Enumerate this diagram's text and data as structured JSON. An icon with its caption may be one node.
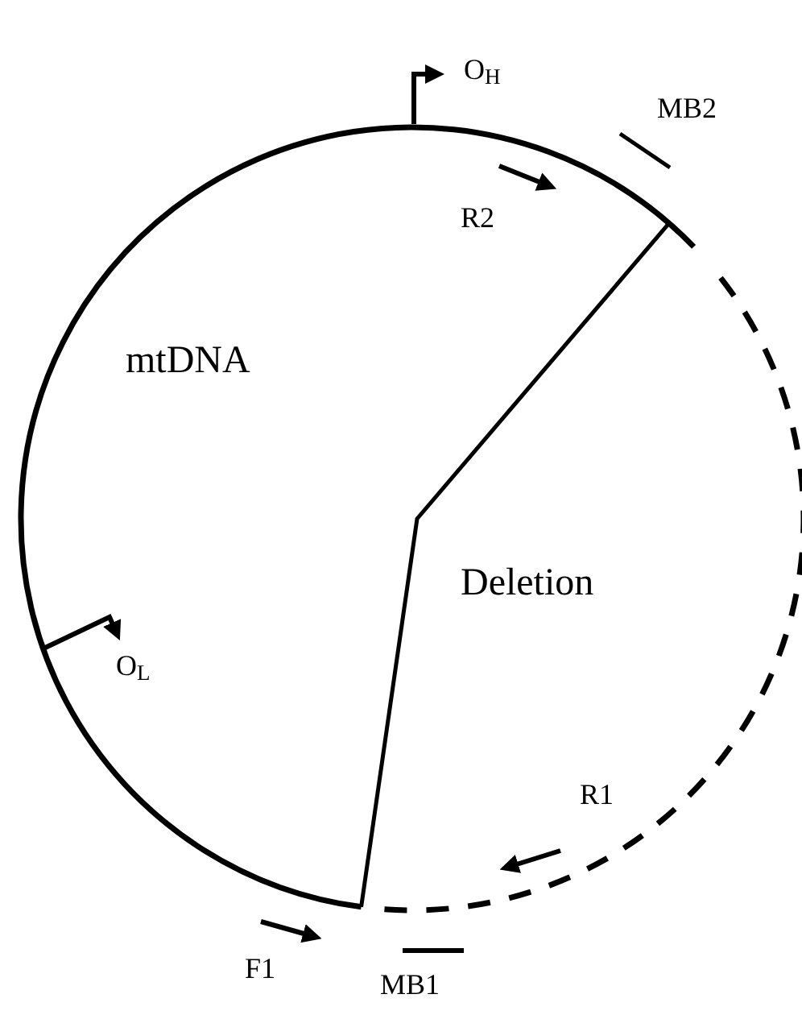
{
  "diagram": {
    "labels": [
      "O$_{H}$",
      "MB2",
      "R2",
      "mtDNA",
      "Deletion",
      "O$_{L}$",
      "R1",
      "F1",
      "MB1"
    ]
  }
}
